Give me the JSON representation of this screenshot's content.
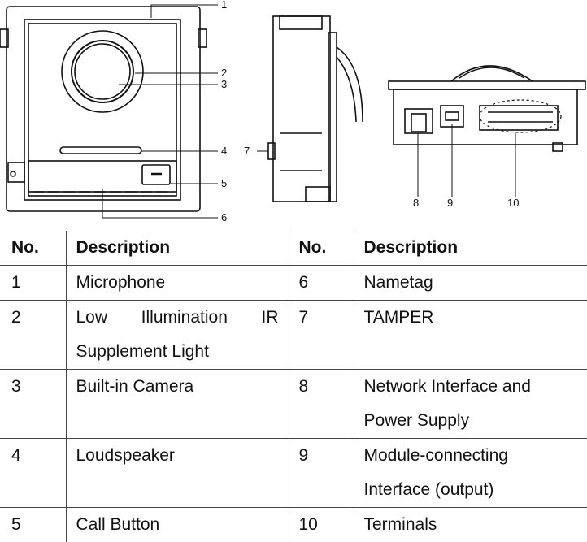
{
  "callouts": [
    "1",
    "2",
    "3",
    "4",
    "5",
    "6",
    "7",
    "8",
    "9",
    "10"
  ],
  "table": {
    "headers": [
      "No.",
      "Description",
      "No.",
      "Description"
    ],
    "rows": [
      {
        "no_a": "1",
        "desc_a": "Microphone",
        "no_b": "6",
        "desc_b": "Nametag"
      },
      {
        "no_a": "2",
        "desc_a": "Low Illumination IR Supplement Light",
        "no_b": "7",
        "desc_b": "TAMPER"
      },
      {
        "no_a": "3",
        "desc_a": "Built-in Camera",
        "no_b": "8",
        "desc_b": "Network Interface and Power Supply"
      },
      {
        "no_a": "4",
        "desc_a": "Loudspeaker",
        "no_b": "9",
        "desc_b": "Module-connecting Interface (output)"
      },
      {
        "no_a": "5",
        "desc_a": "Call Button",
        "no_b": "10",
        "desc_b": "Terminals"
      }
    ]
  }
}
